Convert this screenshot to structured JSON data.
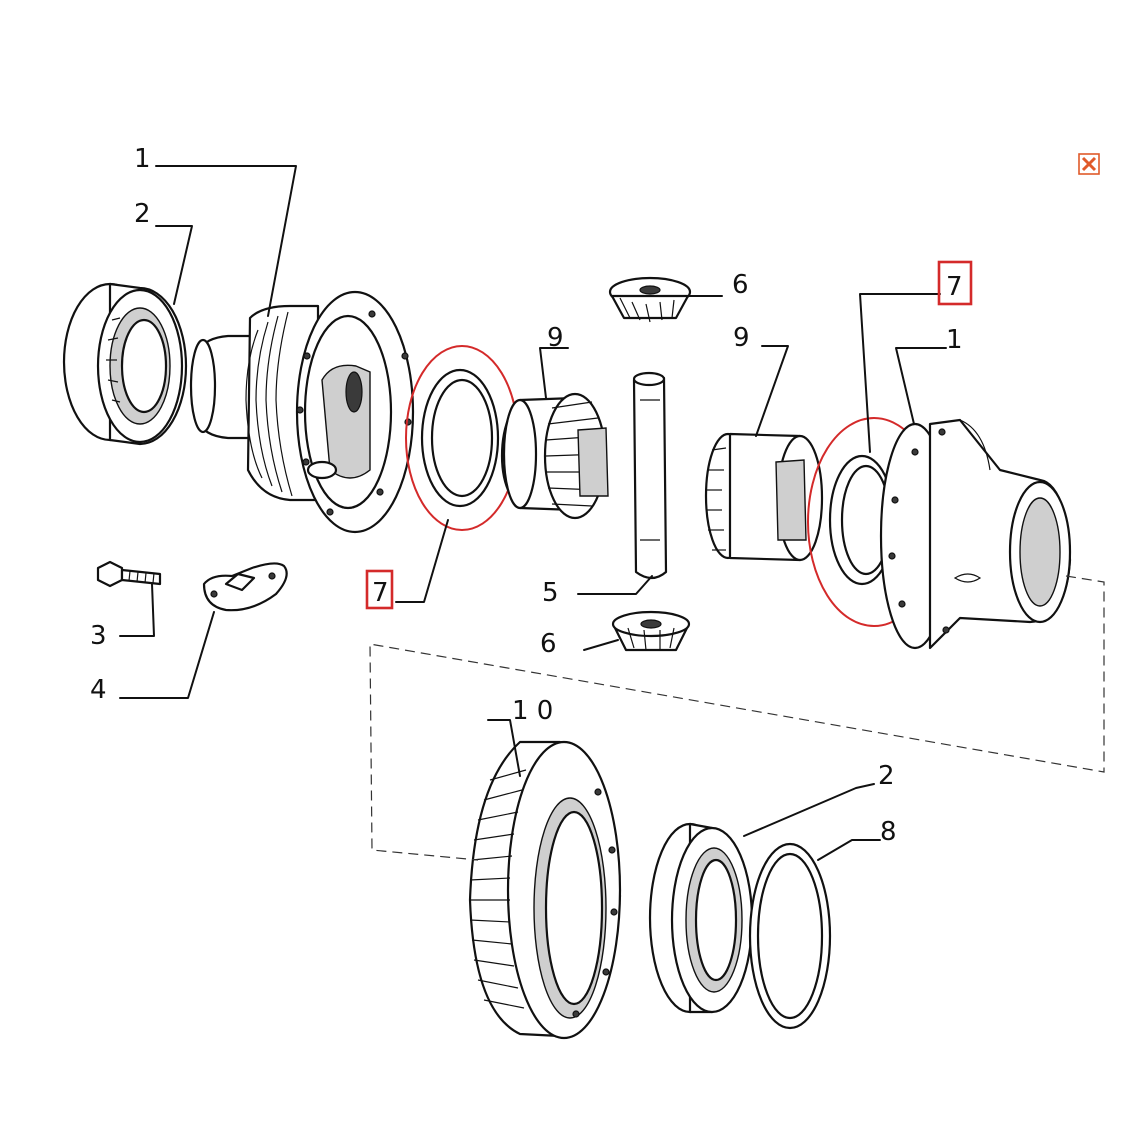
{
  "callouts": {
    "housing_left": "1",
    "bearing_left": "2",
    "bolt": "3",
    "lock_plate": "4",
    "pin": "5",
    "pinion_top": "6",
    "pinion_bottom": "6",
    "washer_left": "7",
    "washer_right": "7",
    "side_gear_left": "9",
    "side_gear_right": "9",
    "housing_right": "1",
    "ring_gear": "1 0",
    "bearing_bottom": "2",
    "ring_bottom": "8"
  },
  "colors": {
    "highlight": "#d42a2a",
    "line": "#111111",
    "close_button": "#e05a2a"
  },
  "icons": {
    "close": "close-icon"
  }
}
